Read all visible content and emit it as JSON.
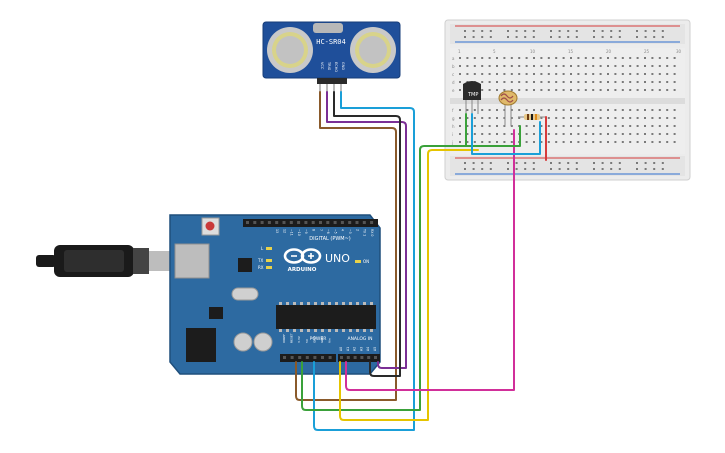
{
  "sensor": {
    "model_label": "HC-SR04",
    "pins": [
      "VCC",
      "TRIG",
      "ECHO",
      "GND"
    ]
  },
  "arduino": {
    "brand_label": "ARDUINO",
    "model_label": "UNO",
    "digital_label": "DIGITAL (PWM~)",
    "power_label": "POWER",
    "analog_label": "ANALOG IN",
    "on_label": "ON",
    "tx_label": "TX",
    "rx_label": "RX",
    "l_label": "L",
    "aref_label": "AREF",
    "gnd_label": "GND",
    "digital_pin_labels": [
      "13",
      "12",
      "~11",
      "~10",
      "~9",
      "8",
      "7",
      "~6",
      "~5",
      "4",
      "~3",
      "2",
      "TX 1",
      "RX 0"
    ],
    "power_pin_labels": [
      "IOREF",
      "RESET",
      "3.3V",
      "5V",
      "GND",
      "GND",
      "Vin"
    ],
    "analog_pin_labels": [
      "A0",
      "A1",
      "A2",
      "A3",
      "A4",
      "A5"
    ]
  },
  "breadboard": {
    "column_numbers": [
      "1",
      "5",
      "10",
      "15",
      "20",
      "25",
      "30"
    ],
    "row_letters": [
      "a",
      "b",
      "c",
      "d",
      "e",
      "f",
      "g",
      "h",
      "i",
      "j"
    ]
  },
  "components": {
    "tmp_label": "TMP"
  },
  "colors": {
    "board": "#2d6aa1",
    "board_dark": "#1f4f7c",
    "wire_brown": "#8a5a2b",
    "wire_purple": "#7b2f95",
    "wire_black": "#2a2a2a",
    "wire_cyan": "#1a9fd8",
    "wire_green": "#3aa13a",
    "wire_yellow": "#e5c400",
    "wire_magenta": "#d12f9a",
    "wire_red": "#d63b3b"
  }
}
